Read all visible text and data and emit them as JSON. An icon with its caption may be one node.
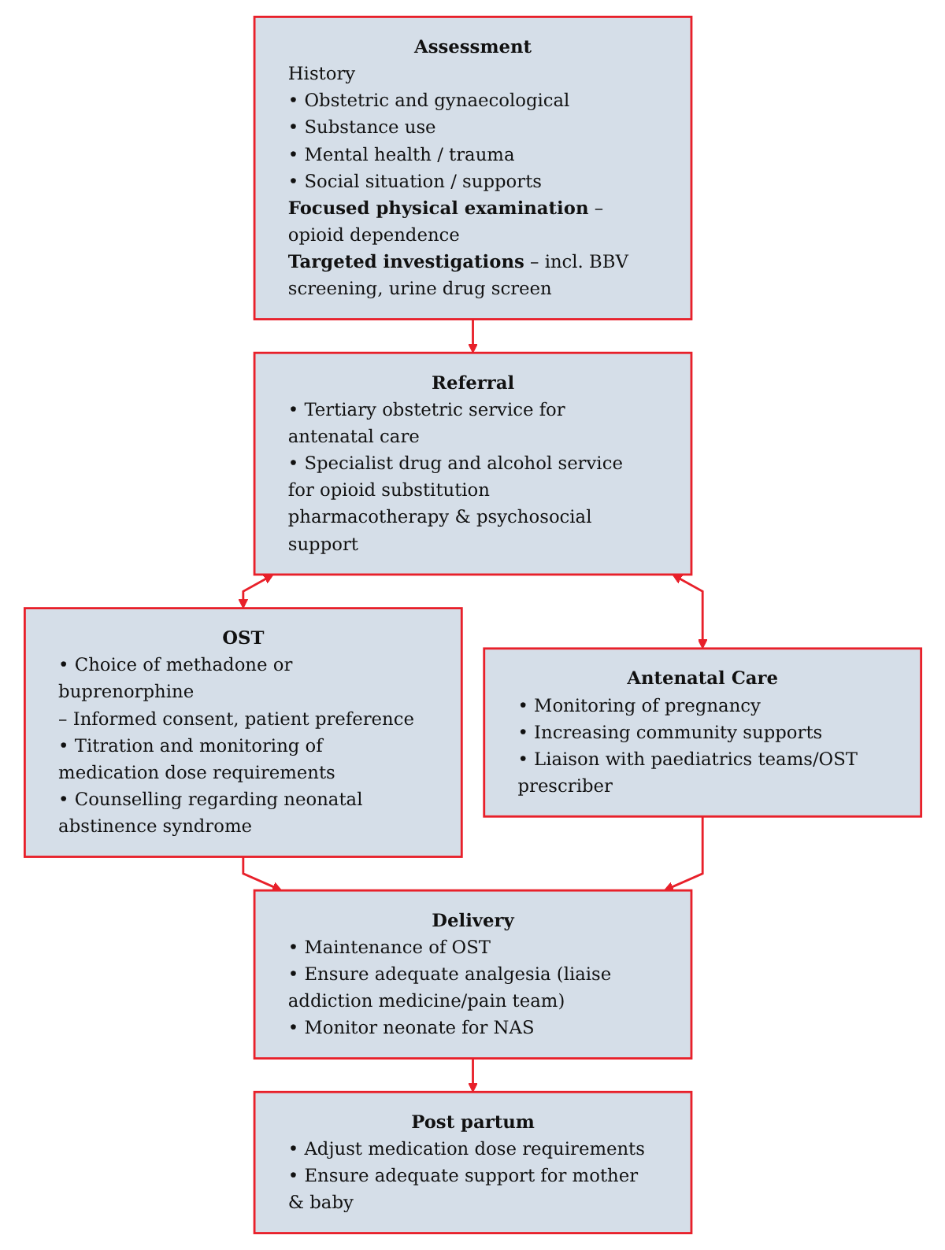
{
  "diagram": {
    "nodes": [
      {
        "text": [
          "Assessment",
          "History",
          "• Obstetric and gynaecological",
          "• Substance use",
          "• Mental health / trauma",
          "• Social situation / supports",
          "**Focused physical examination** – opioid dependence",
          "**Targeted investigations** – incl. BBV screening, urine drug screen"
        ]
      },
      {
        "text": [
          "Referral",
          "• Tertiary obstetric service for antenatal care",
          "• Specialist drug and alcohol service for opioid substitution pharmacotherapy & psychosocial support"
        ]
      },
      {
        "text": [
          "OST",
          "• Choice of methadone or buprenorphine",
          "– Informed consent, patient preference",
          "• Titration and monitoring of medication dose requirements",
          "• Counselling regarding neonatal abstinence syndrome"
        ]
      },
      {
        "text": [
          "Antenatal Care",
          "• Monitoring of pregnancy",
          "• Increasing community supports",
          "• Liaison with paediatrics teams/OST prescriber"
        ]
      },
      {
        "text": [
          "Delivery",
          "• Maintenance of OST",
          "• Ensure adequate analgesia (liaise addiction medicine/pain team)",
          "• Monitor neonate for NAS"
        ]
      },
      {
        "text": [
          "Post partum",
          "• Adjust medication dose requirements",
          "• Ensure adequate support for mother & baby"
        ]
      }
    ],
    "edges": [
      {
        "from": 0,
        "to": 1,
        "arrow": "to"
      },
      {
        "from": 1,
        "to": 2,
        "arrow": "both"
      },
      {
        "from": 1,
        "to": 3,
        "arrow": "both"
      },
      {
        "from": 2,
        "to": 4,
        "arrow": "to"
      },
      {
        "from": 3,
        "to": 4,
        "arrow": "to"
      },
      {
        "from": 4,
        "to": 5,
        "arrow": "to"
      }
    ]
  }
}
